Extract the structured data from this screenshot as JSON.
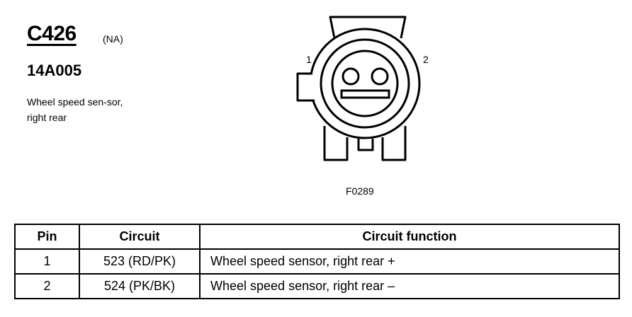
{
  "connector": {
    "id": "C426",
    "note": "(NA)",
    "part_number": "14A005",
    "description": "Wheel speed sen-sor, right rear"
  },
  "diagram": {
    "pin_labels": [
      "1",
      "2"
    ],
    "figure_code": "F0289"
  },
  "table": {
    "headers": [
      "Pin",
      "Circuit",
      "Circuit function"
    ],
    "rows": [
      {
        "pin": "1",
        "circuit": "523 (RD/PK)",
        "function": "Wheel speed sensor, right rear +"
      },
      {
        "pin": "2",
        "circuit": "524 (PK/BK)",
        "function": "Wheel speed sensor, right rear –"
      }
    ]
  }
}
